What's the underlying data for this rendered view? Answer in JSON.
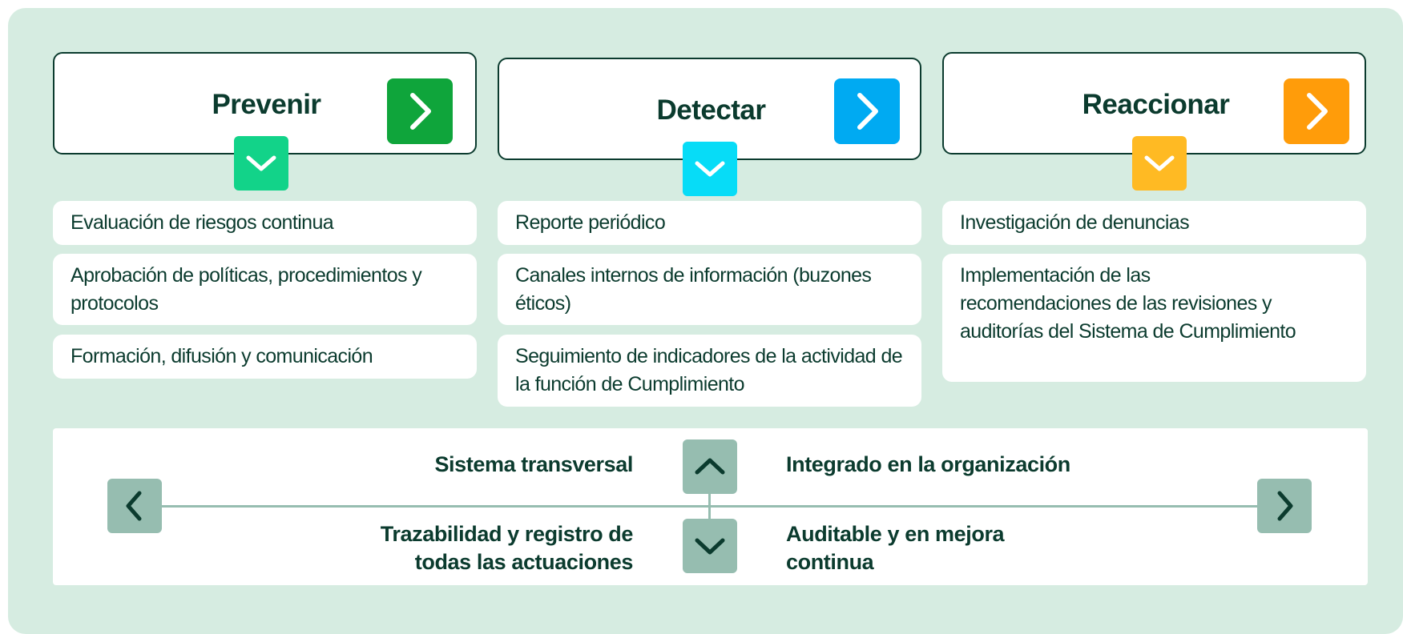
{
  "phases": [
    {
      "title": "Prevenir",
      "accent": "#0fa53b",
      "down_color": "#12d389",
      "items": [
        "Evaluación de riesgos continua",
        "Aprobación de políticas, procedimientos y protocolos",
        "Formación, difusión y comunicación"
      ]
    },
    {
      "title": "Detectar",
      "accent": "#00aaf2",
      "down_color": "#07dcf7",
      "items": [
        "Reporte periódico",
        "Canales internos de información (buzones éticos)",
        "Seguimiento de indicadores de la actividad de la función de Cumplimiento"
      ]
    },
    {
      "title": "Reaccionar",
      "accent": "#ff9c0a",
      "down_color": "#ffba23",
      "items": [
        "Investigación de denuncias",
        "Implementación de las recomendaciones de las revisiones y auditorías del Sistema de Cumplimiento"
      ]
    }
  ],
  "properties": {
    "top_left": "Sistema transversal",
    "top_right": "Integrado en la organización",
    "bottom_left": "Trazabilidad y registro de todas las actuaciones",
    "bottom_right": "Auditable y en mejora continua"
  },
  "colors": {
    "background": "#d6ece1",
    "dark_text": "#0b3b2e",
    "connector": "#96bdb0"
  },
  "icons": {
    "phase_arrow": "chevron-right-icon",
    "phase_down": "chevron-down-icon",
    "nav_left": "chevron-left-icon",
    "nav_right": "chevron-right-icon",
    "up": "chevron-up-icon",
    "down": "chevron-down-icon"
  }
}
